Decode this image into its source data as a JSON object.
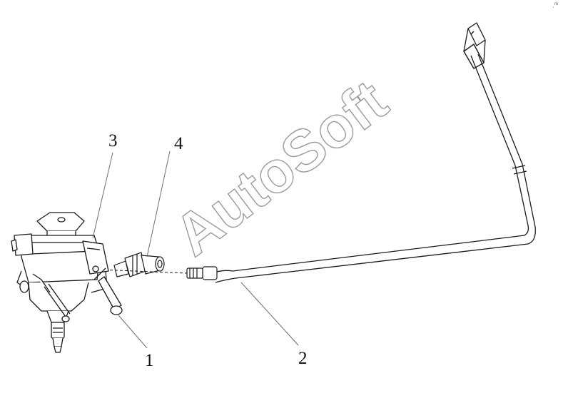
{
  "callouts": {
    "one": "1",
    "two": "2",
    "three": "3",
    "four": "4"
  },
  "watermark": "AutoSoft",
  "corner_mark": "ˌᵐ",
  "colors": {
    "line": "#1a1a1a",
    "leader": "#6e6e6e",
    "watermark_outline": "#9a9a9a",
    "corner_mark": "#3b4fd0"
  }
}
